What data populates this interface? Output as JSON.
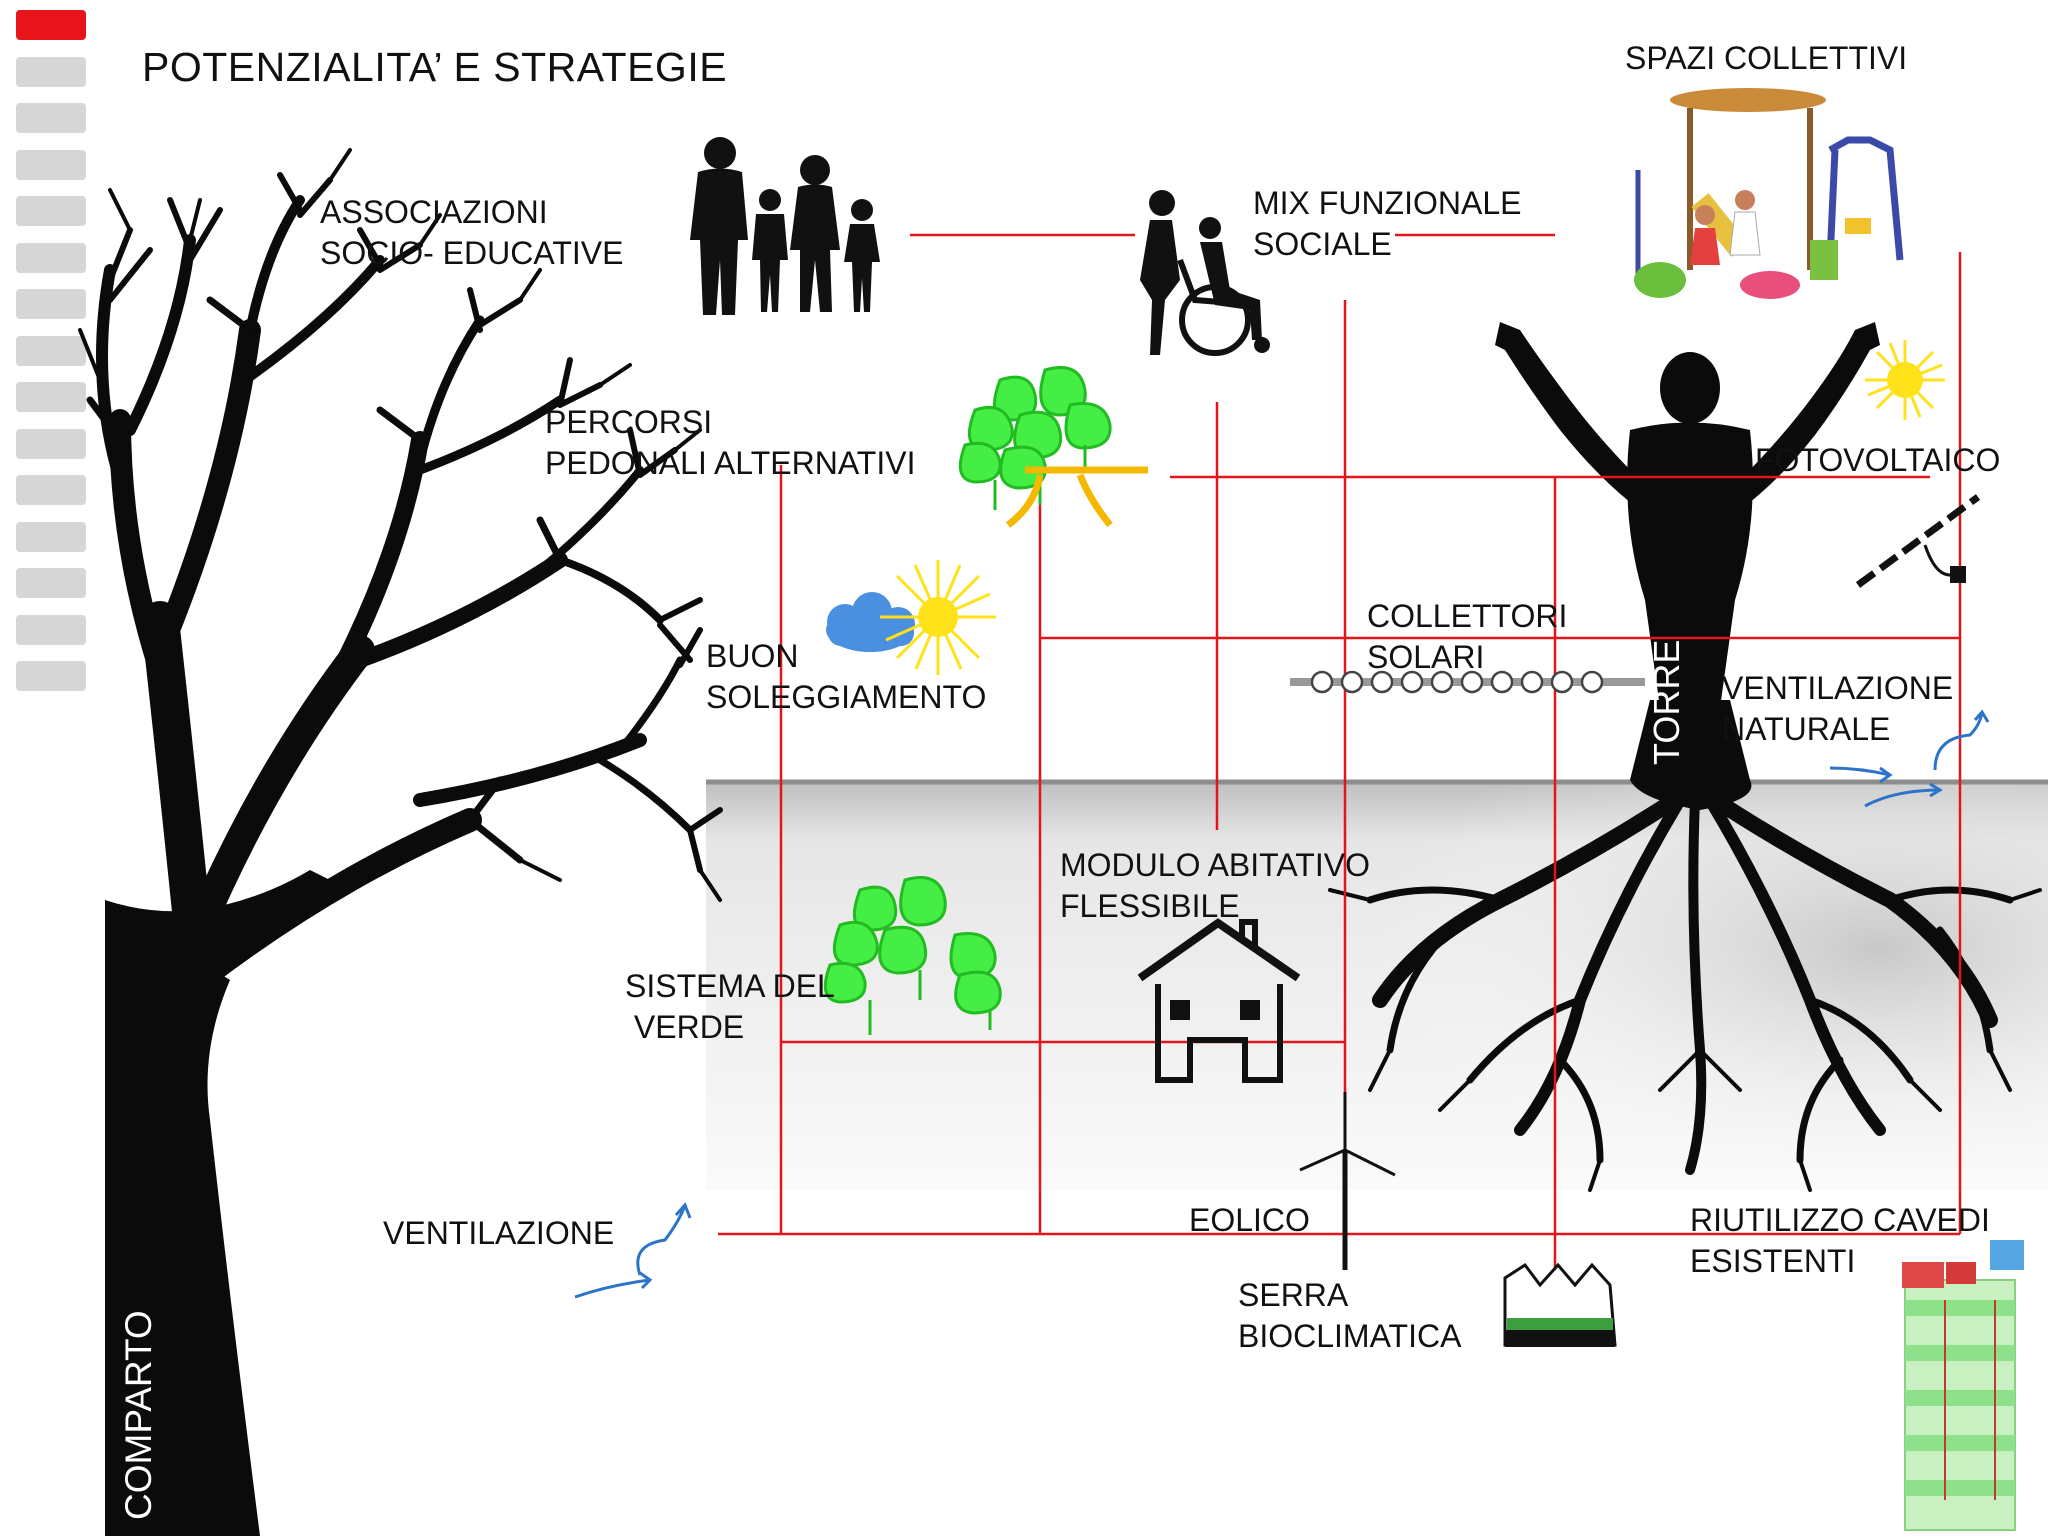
{
  "title": "POTENZIALITA’  E STRATEGIE",
  "nav": {
    "count": 15,
    "active_index": 0,
    "active_color": "#e8141b",
    "inactive_color": "#d6d6d6"
  },
  "colors": {
    "connector": "#e3151a",
    "silhouette": "#0b0b0b",
    "green": "#33dd33",
    "arrow": "#2d73c8",
    "cloud": "#4a8fe0",
    "sun": "#ffe21a"
  },
  "labels": {
    "spazi_collettivi": "SPAZI COLLETTIVI",
    "associazioni": "ASSOCIAZIONI\nSOCIO- EDUCATIVE",
    "mix_funzionale": "MIX FUNZIONALE\nSOCIALE",
    "percorsi": "PERCORSI\nPEDONALI ALTERNATIVI",
    "fotovoltaico": "FOTOVOLTAICO",
    "collettori": "COLLETTORI\nSOLARI",
    "buon_soleggiamento": "BUON\nSOLEGGIAMENTO",
    "ventilazione_naturale": "VENTILAZIONE\nNATURALE",
    "modulo_abitativo": "MODULO ABITATIVO\nFLESSIBILE",
    "sistema_verde": "SISTEMA DEL\n VERDE",
    "ventilazione": "VENTILAZIONE",
    "eolico": "EOLICO",
    "riutilizzo_cavedi": "RIUTILIZZO CAVEDI\nESISTENTI",
    "serra": "SERRA\nBIOCLIMATICA",
    "torre": "TORRE",
    "comparto": "COMPARTO"
  },
  "icons": [
    "family-icon",
    "wheelchair-icon",
    "playground-icon",
    "tree-icon",
    "tower-figure-icon",
    "sun-icon",
    "cloud-icon",
    "solar-panel-icon",
    "solar-collector-icon",
    "house-icon",
    "wind-turbine-icon",
    "greenhouse-icon",
    "green-roof-tower-icon",
    "plant-icon",
    "ventilation-arrow-icon"
  ]
}
